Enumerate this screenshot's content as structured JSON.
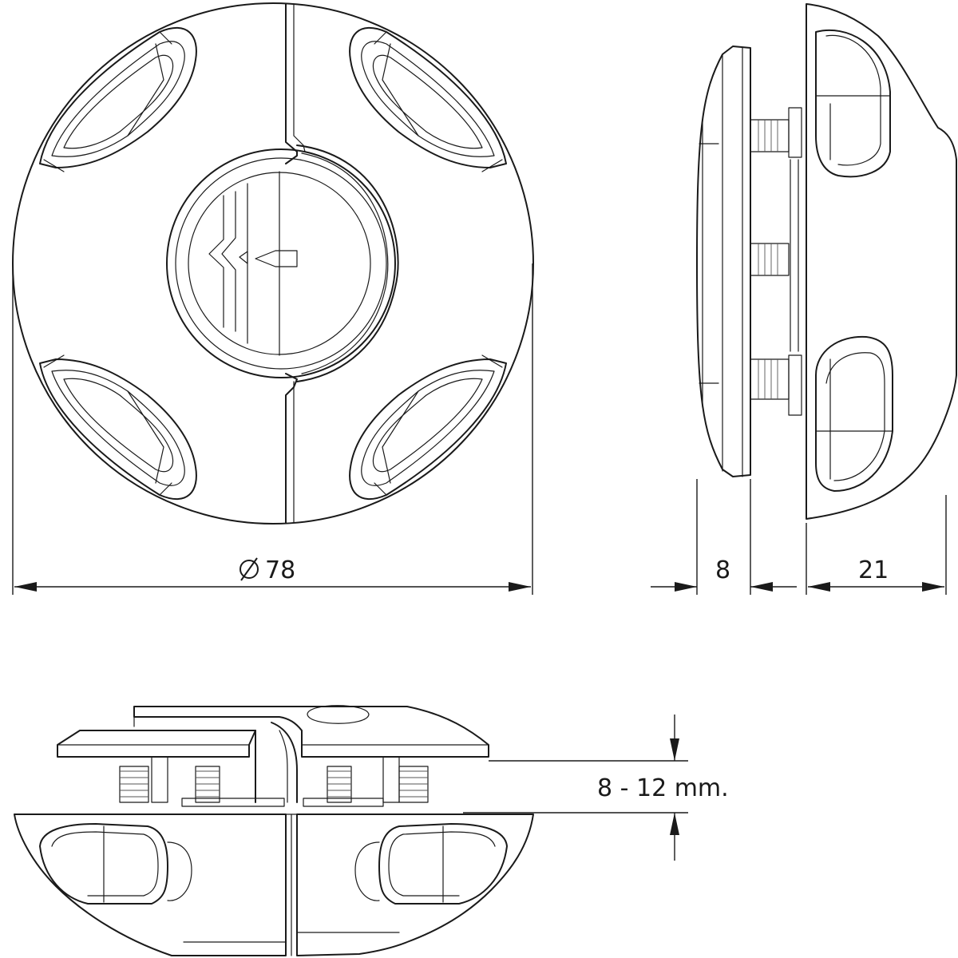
{
  "dimensions": {
    "diameter": "78",
    "base_depth": "8",
    "top_depth": "21",
    "clamp_range": "8 - 12 mm."
  }
}
